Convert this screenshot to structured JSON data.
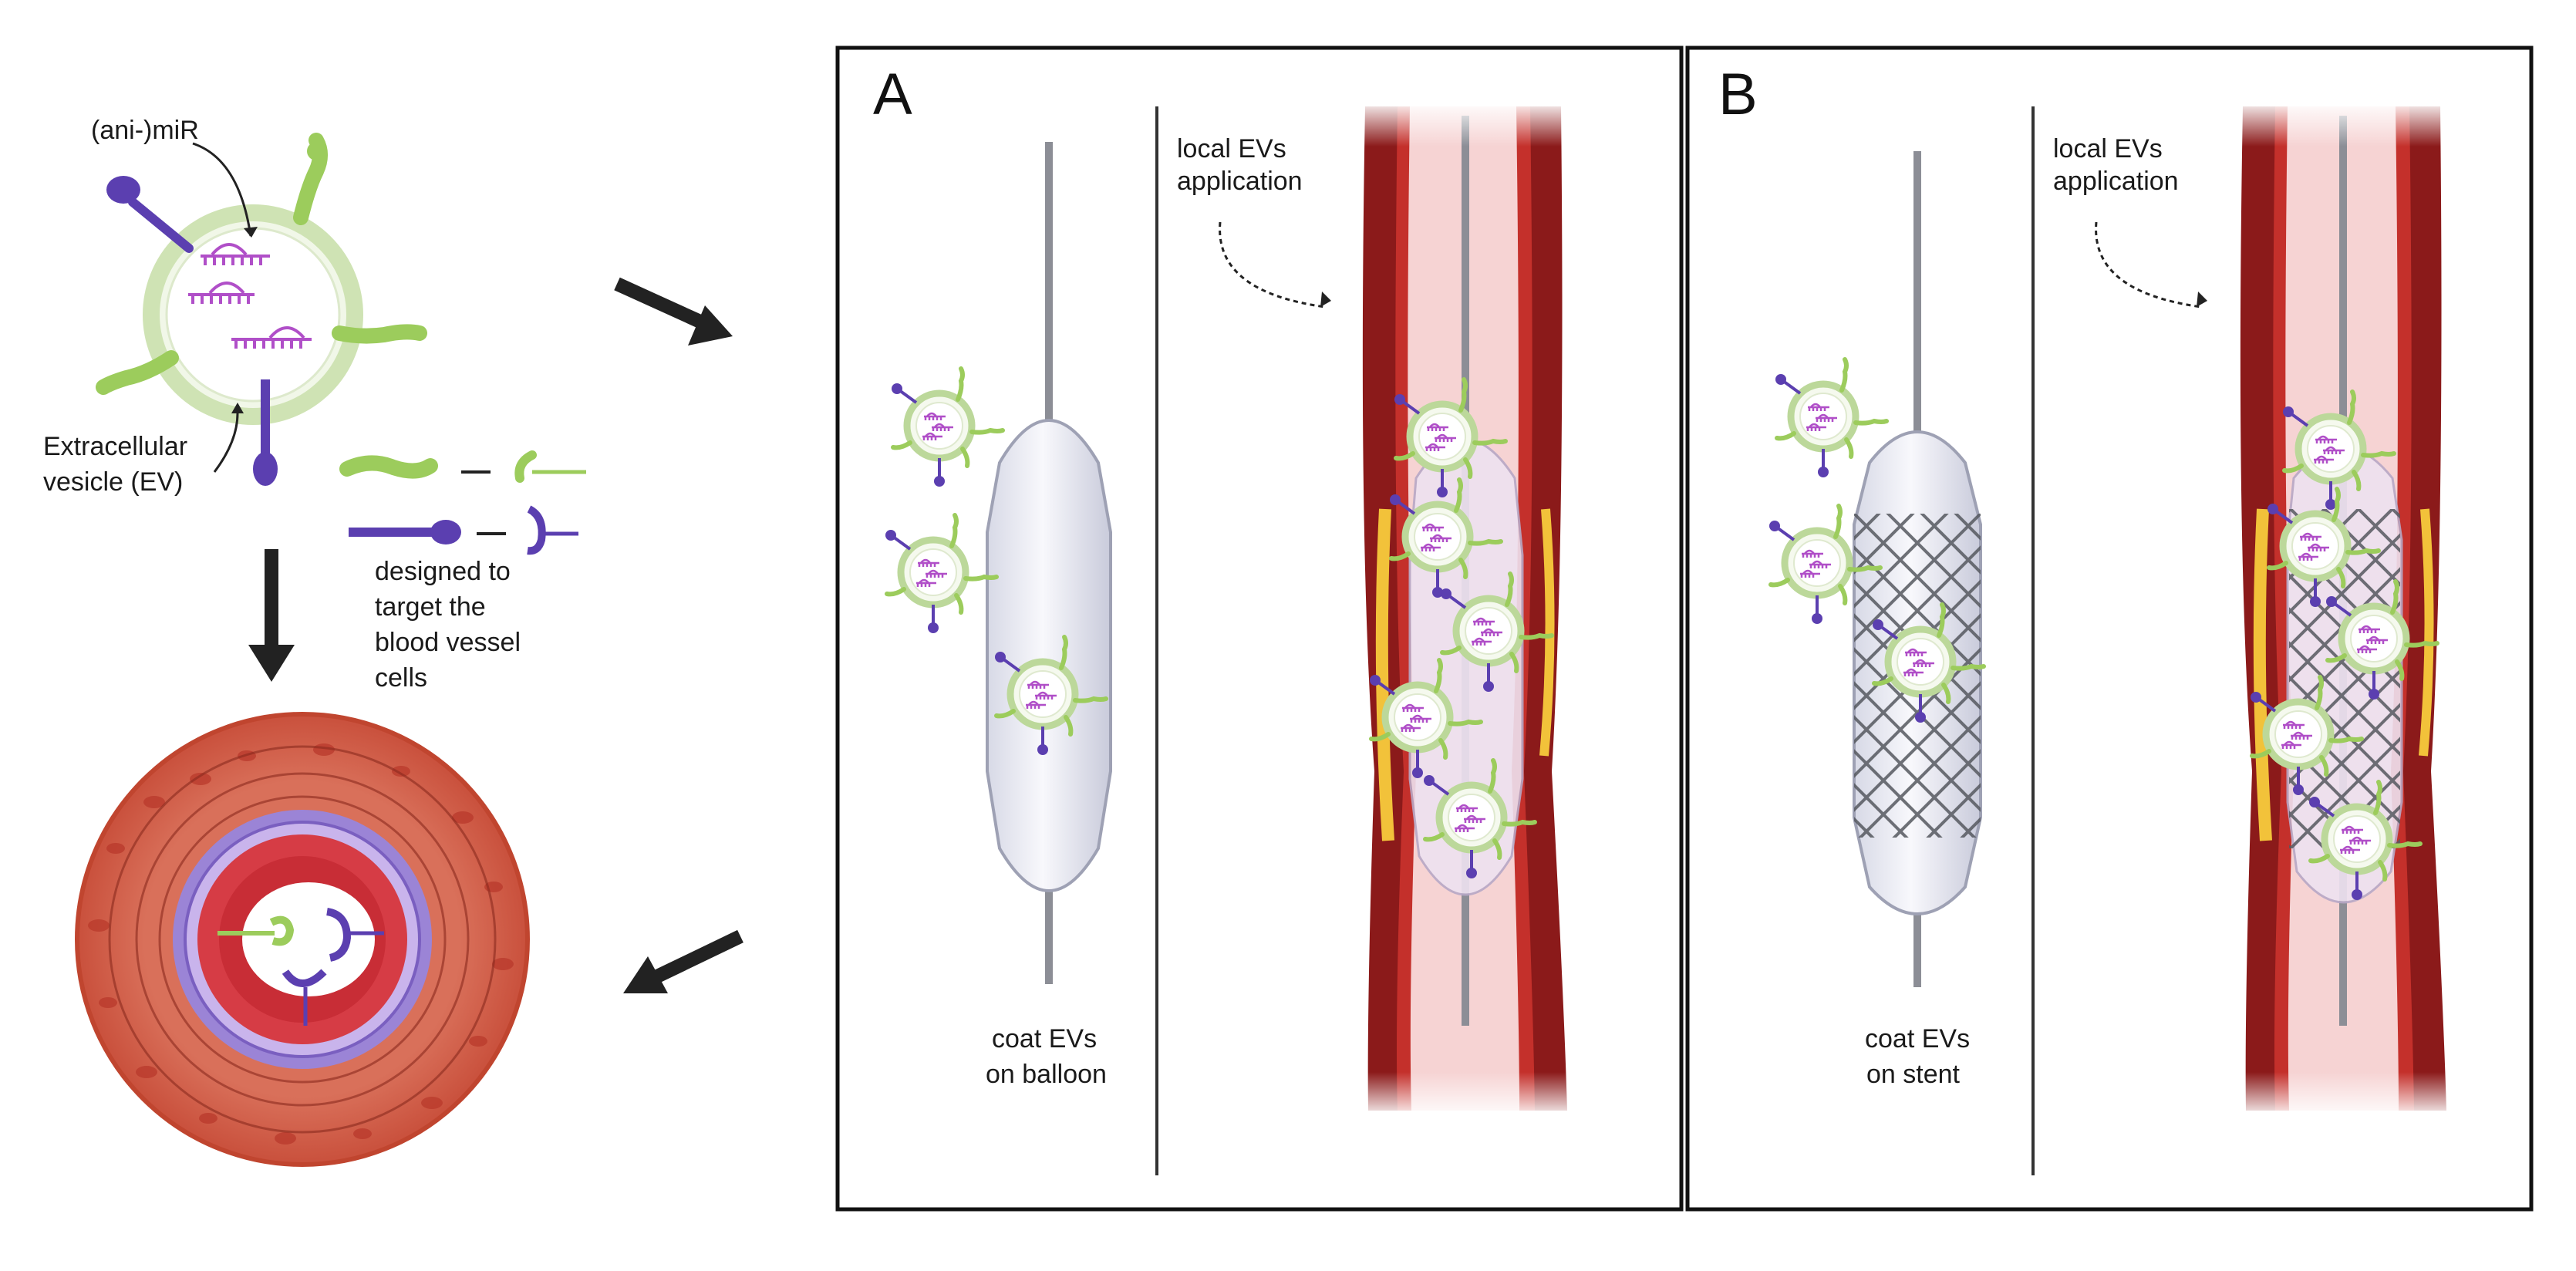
{
  "ev_diagram": {
    "mir_label": "(ani-)miR",
    "ev_label_line1": "Extracellular",
    "ev_label_line2": "vesicle (EV)",
    "target_line1": "designed to",
    "target_line2": "target the",
    "target_line3": "blood vessel",
    "target_line4": "cells"
  },
  "panel_a": {
    "letter": "A",
    "app_line1": "local EVs",
    "app_line2": "application",
    "coat_line1": "coat EVs",
    "coat_line2": "on balloon"
  },
  "panel_b": {
    "letter": "B",
    "app_line1": "local EVs",
    "app_line2": "application",
    "coat_line1": "coat EVs",
    "coat_line2": "on stent"
  },
  "colors": {
    "ev_green": "#9ccc5c",
    "ev_purple": "#5b3fb0",
    "mirna_magenta": "#b04fc8",
    "vessel_dark_red": "#8b1a1a",
    "vessel_lumen_pink": "#f6d3d3",
    "plaque_yellow": "#f2c23a"
  }
}
